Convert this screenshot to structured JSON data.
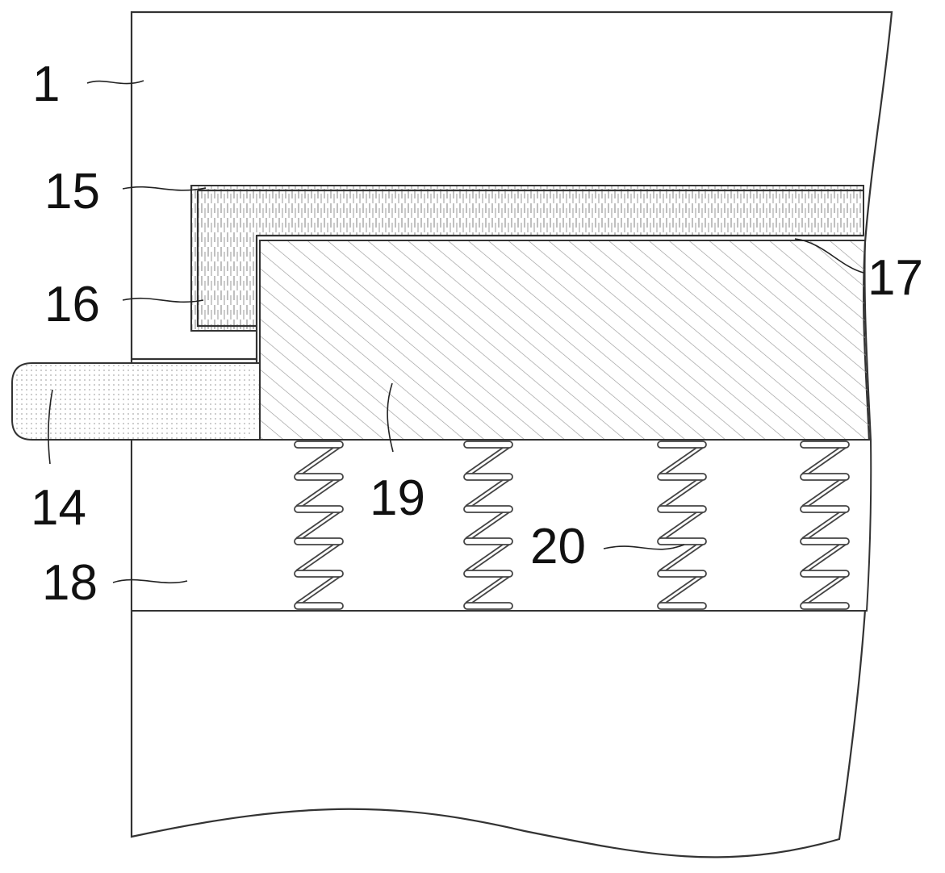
{
  "labels": {
    "housing": "1",
    "rod": "14",
    "channel": "15",
    "channel_leg": "16",
    "liner": "17",
    "cavity": "18",
    "slider_block": "19",
    "spring": "20"
  },
  "spring_count": 4
}
